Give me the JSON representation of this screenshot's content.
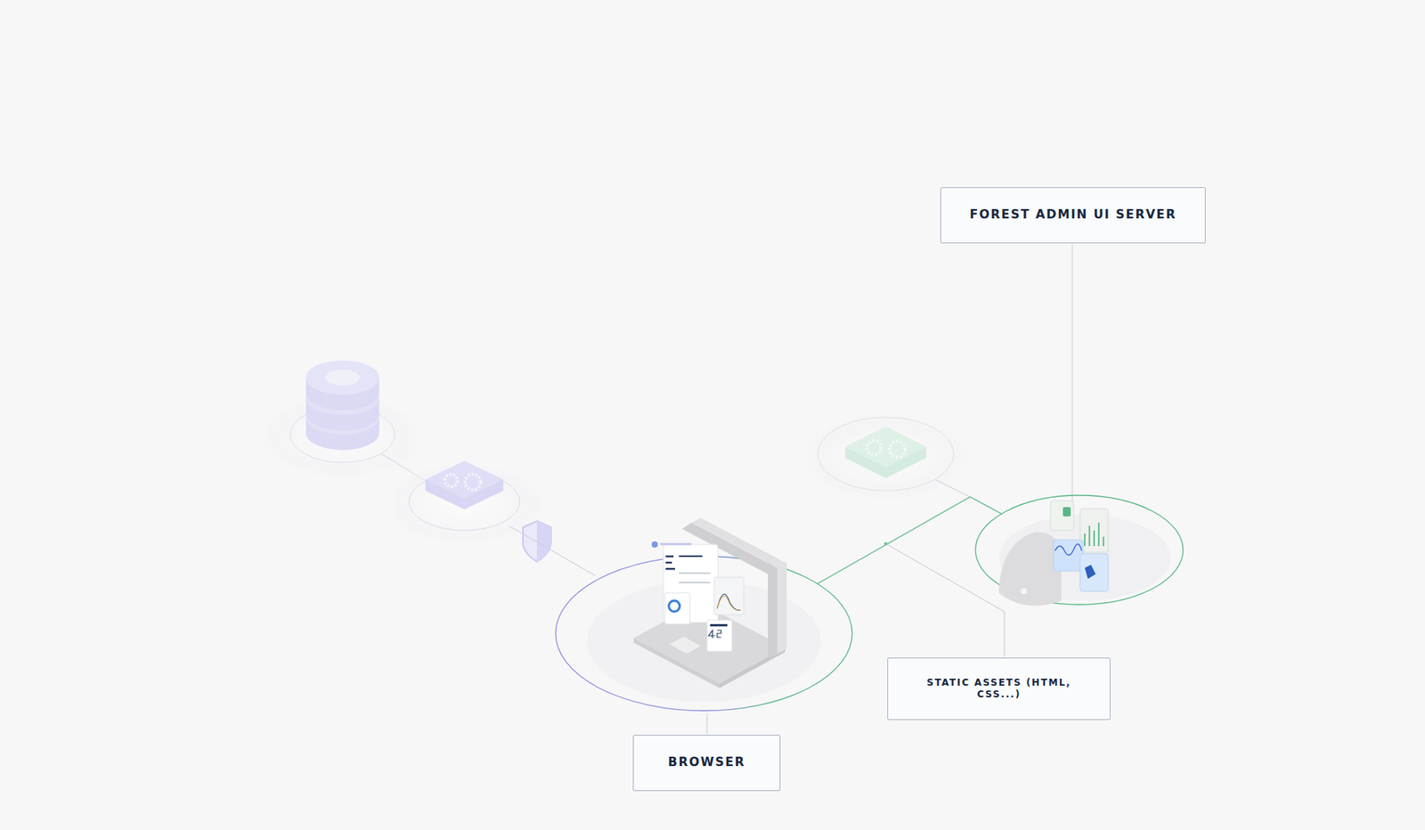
{
  "diagram": {
    "nodes": [
      {
        "text": [
          "FOREST ADMIN UI SERVER"
        ]
      },
      {
        "text": [
          "STATIC ASSETS (HTML, CSS...)"
        ]
      },
      {
        "text": [
          "BROWSER"
        ]
      }
    ]
  }
}
